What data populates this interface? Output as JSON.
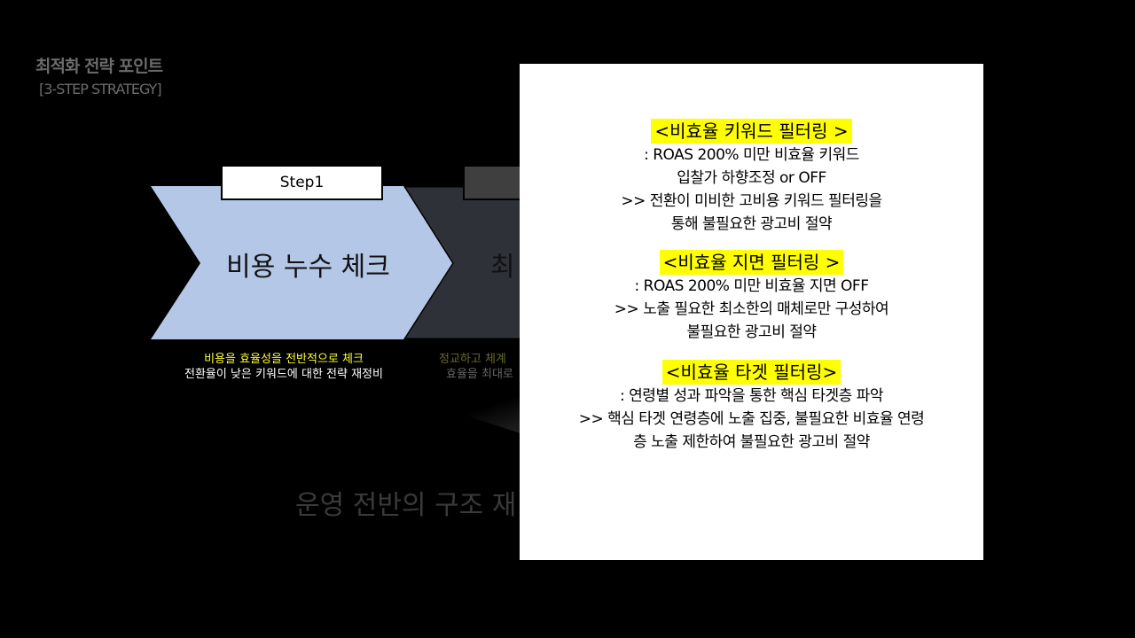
{
  "header": {
    "title": "최적화 전략 포인트",
    "subtitle": "[3-STEP  STRATEGY]"
  },
  "steps": [
    {
      "label": "Step1",
      "title": "비용 누수 체크",
      "caption_highlight": "비용을 효율성을 전반적으로 체크",
      "caption": "전환율이 낮은 키워드에 대한 전략 재정비"
    },
    {
      "label": "",
      "title": "최",
      "caption_highlight": "정교하고 체계",
      "caption": "효율을 최대로"
    }
  ],
  "bottom_text": "운영 전반의 구조 재",
  "panel": {
    "sections": [
      {
        "heading": "<비효율 키워드 필터링 >",
        "lines": [
          ": ROAS 200% 미만 비효율 키워드",
          "입찰가 하향조정 or OFF",
          ">> 전환이 미비한 고비용 키워드 필터링을",
          "통해 불필요한 광고비 절약"
        ]
      },
      {
        "heading": "<비효율 지면 필터링 >",
        "lines": [
          ": ROAS 200% 미만 비효율 지면 OFF",
          ">> 노출 필요한 최소한의 매체로만 구성하여",
          "불필요한 광고비 절약"
        ]
      },
      {
        "heading": "<비효율 타겟 필터링>",
        "lines": [
          ": 연령별 성과 파악을 통한 핵심 타겟층 파악",
          ">> 핵심 타겟 연령층에 노출 집중, 불필요한 비효율 연령",
          "층 노출 제한하여 불필요한 광고비 절약"
        ]
      }
    ]
  },
  "colors": {
    "step1": "#b4c7e7",
    "step2": "#2e3238",
    "highlight": "#ffff00",
    "caption_yellow": "#ffff33",
    "muted_yellow": "#6b6b2a"
  }
}
